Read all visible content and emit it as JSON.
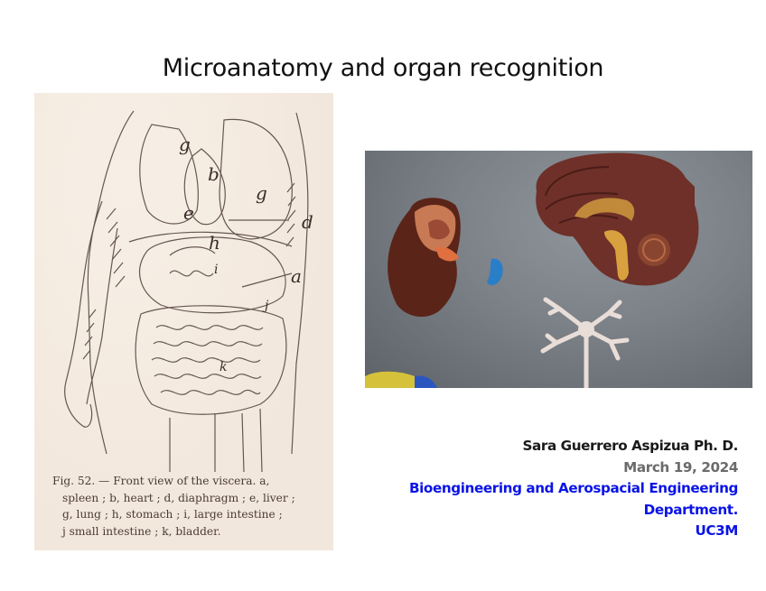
{
  "slide": {
    "title": "Microanatomy and organ recognition",
    "left_figure": {
      "type": "vintage-anatomical-engraving",
      "labels": [
        "g",
        "b",
        "g",
        "e",
        "d",
        "h",
        "a",
        "i",
        "j",
        "k"
      ],
      "caption": {
        "line1": "Fig. 52. — Front view of the viscera.  a,",
        "line2": "spleen ;  b, heart ;  d, diaphragm ;  e, liver ;",
        "line3": "g, lung ;  h, stomach ;  i, large intestine ;",
        "line4": "j  small intestine ;  k, bladder."
      }
    },
    "right_photo": {
      "subject": "anatomical-models-kidney-brain-neuron"
    },
    "credits": {
      "author": "Sara Guerrero Aspizua Ph. D.",
      "date": "March 19, 2024",
      "department_line1": "Bioengineering and Aerospacial Engineering",
      "department_line2": "Department.",
      "institution": "UC3M"
    },
    "colors": {
      "title": "#111111",
      "author": "#1a1a1a",
      "date": "#6b6b6b",
      "department": "#0a14e6",
      "paper": "#f4ebe1",
      "ink": "#4a3a35"
    }
  }
}
